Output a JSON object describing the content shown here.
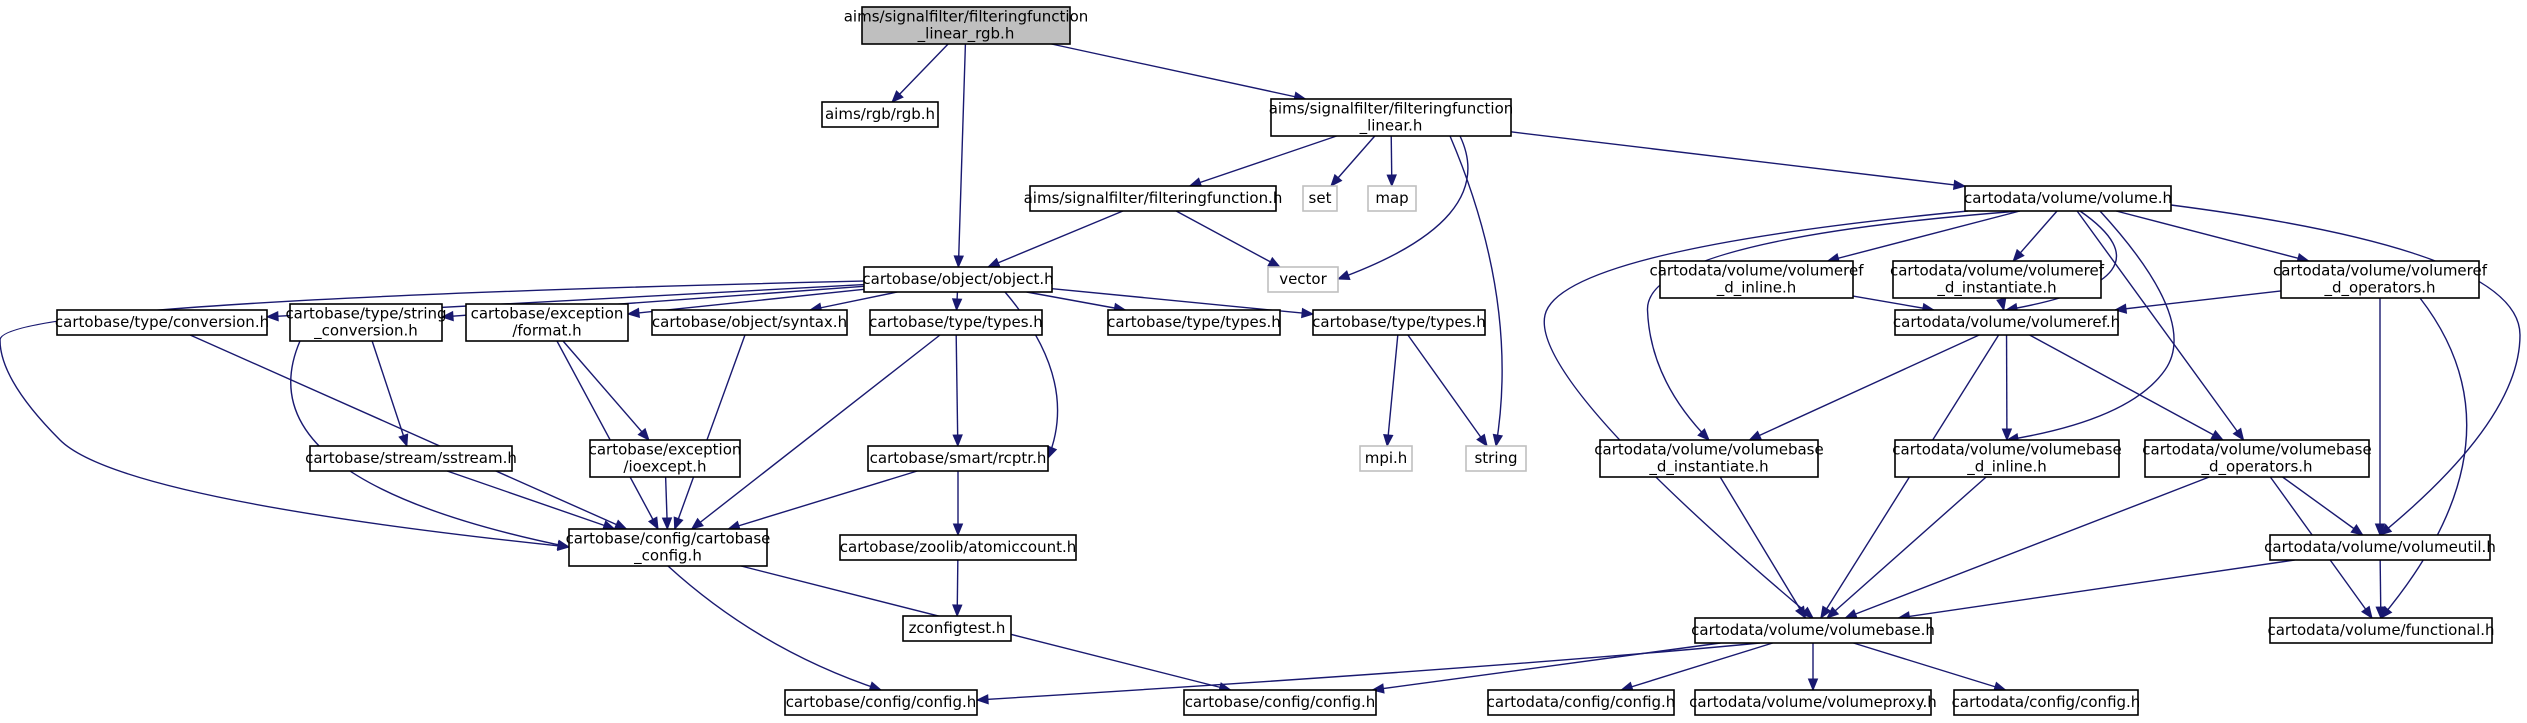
{
  "diagram": {
    "edge_color": "#191970",
    "root_fill": "#bfbfbf",
    "ghost_border": "#bfbfbf",
    "nodes": [
      {
        "id": "root",
        "lines": [
          "aims/signalfilter/filteringfunction",
          "_linear_rgb.h"
        ],
        "style": "root"
      },
      {
        "id": "rgb",
        "lines": [
          "aims/rgb/rgb.h"
        ],
        "style": "normal"
      },
      {
        "id": "ffl",
        "lines": [
          "aims/signalfilter/filteringfunction",
          "_linear.h"
        ],
        "style": "normal"
      },
      {
        "id": "ff",
        "lines": [
          "aims/signalfilter/filteringfunction.h"
        ],
        "style": "normal"
      },
      {
        "id": "set",
        "lines": [
          "set"
        ],
        "style": "ghost"
      },
      {
        "id": "map",
        "lines": [
          "map"
        ],
        "style": "ghost"
      },
      {
        "id": "volume",
        "lines": [
          "cartodata/volume/volume.h"
        ],
        "style": "normal"
      },
      {
        "id": "object",
        "lines": [
          "cartobase/object/object.h"
        ],
        "style": "normal"
      },
      {
        "id": "vector",
        "lines": [
          "vector"
        ],
        "style": "ghost"
      },
      {
        "id": "conversion",
        "lines": [
          "cartobase/type/conversion.h"
        ],
        "style": "normal"
      },
      {
        "id": "strconv",
        "lines": [
          "cartobase/type/string",
          "_conversion.h"
        ],
        "style": "normal"
      },
      {
        "id": "format",
        "lines": [
          "cartobase/exception",
          "/format.h"
        ],
        "style": "normal"
      },
      {
        "id": "syntax",
        "lines": [
          "cartobase/object/syntax.h"
        ],
        "style": "normal"
      },
      {
        "id": "types1",
        "lines": [
          "cartobase/type/types.h"
        ],
        "style": "normal"
      },
      {
        "id": "types2",
        "lines": [
          "cartobase/type/types.h"
        ],
        "style": "normal"
      },
      {
        "id": "types3",
        "lines": [
          "cartobase/type/types.h"
        ],
        "style": "normal"
      },
      {
        "id": "sstream",
        "lines": [
          "cartobase/stream/sstream.h"
        ],
        "style": "normal"
      },
      {
        "id": "ioexcept",
        "lines": [
          "cartobase/exception",
          "/ioexcept.h"
        ],
        "style": "normal"
      },
      {
        "id": "rcptr",
        "lines": [
          "cartobase/smart/rcptr.h"
        ],
        "style": "normal"
      },
      {
        "id": "mpi",
        "lines": [
          "mpi.h"
        ],
        "style": "ghost"
      },
      {
        "id": "string",
        "lines": [
          "string"
        ],
        "style": "ghost"
      },
      {
        "id": "cbconfig",
        "lines": [
          "cartobase/config/cartobase",
          "_config.h"
        ],
        "style": "normal"
      },
      {
        "id": "atomic",
        "lines": [
          "cartobase/zoolib/atomiccount.h"
        ],
        "style": "normal"
      },
      {
        "id": "zconfig",
        "lines": [
          "zconfigtest.h"
        ],
        "style": "normal"
      },
      {
        "id": "config1",
        "lines": [
          "cartobase/config/config.h"
        ],
        "style": "normal"
      },
      {
        "id": "config2",
        "lines": [
          "cartobase/config/config.h"
        ],
        "style": "normal"
      },
      {
        "id": "vref_inline",
        "lines": [
          "cartodata/volume/volumeref",
          "_d_inline.h"
        ],
        "style": "normal"
      },
      {
        "id": "vref_inst",
        "lines": [
          "cartodata/volume/volumeref",
          "_d_instantiate.h"
        ],
        "style": "normal"
      },
      {
        "id": "vref_ops",
        "lines": [
          "cartodata/volume/volumeref",
          "_d_operators.h"
        ],
        "style": "normal"
      },
      {
        "id": "volumeref",
        "lines": [
          "cartodata/volume/volumeref.h"
        ],
        "style": "normal"
      },
      {
        "id": "vbase_inst",
        "lines": [
          "cartodata/volume/volumebase",
          "_d_instantiate.h"
        ],
        "style": "normal"
      },
      {
        "id": "vbase_inline",
        "lines": [
          "cartodata/volume/volumebase",
          "_d_inline.h"
        ],
        "style": "normal"
      },
      {
        "id": "vbase_ops",
        "lines": [
          "cartodata/volume/volumebase",
          "_d_operators.h"
        ],
        "style": "normal"
      },
      {
        "id": "volumeutil",
        "lines": [
          "cartodata/volume/volumeutil.h"
        ],
        "style": "normal"
      },
      {
        "id": "volumebase",
        "lines": [
          "cartodata/volume/volumebase.h"
        ],
        "style": "normal"
      },
      {
        "id": "functional",
        "lines": [
          "cartodata/volume/functional.h"
        ],
        "style": "normal"
      },
      {
        "id": "cdconfig1",
        "lines": [
          "cartodata/config/config.h"
        ],
        "style": "normal"
      },
      {
        "id": "proxy",
        "lines": [
          "cartodata/volume/volumeproxy.h"
        ],
        "style": "normal"
      },
      {
        "id": "cdconfig2",
        "lines": [
          "cartodata/config/config.h"
        ],
        "style": "normal"
      }
    ],
    "edges": [
      [
        "root",
        "rgb"
      ],
      [
        "root",
        "ffl"
      ],
      [
        "root",
        "object"
      ],
      [
        "ffl",
        "ff"
      ],
      [
        "ffl",
        "set"
      ],
      [
        "ffl",
        "map"
      ],
      [
        "ffl",
        "vector"
      ],
      [
        "ffl",
        "string"
      ],
      [
        "ffl",
        "volume"
      ],
      [
        "ff",
        "object"
      ],
      [
        "ff",
        "vector"
      ],
      [
        "object",
        "conversion"
      ],
      [
        "object",
        "strconv"
      ],
      [
        "object",
        "format"
      ],
      [
        "object",
        "syntax"
      ],
      [
        "object",
        "types1"
      ],
      [
        "object",
        "types2"
      ],
      [
        "object",
        "types3"
      ],
      [
        "object",
        "rcptr"
      ],
      [
        "object",
        "cbconfig"
      ],
      [
        "conversion",
        "cbconfig"
      ],
      [
        "strconv",
        "sstream"
      ],
      [
        "strconv",
        "cbconfig"
      ],
      [
        "sstream",
        "cbconfig"
      ],
      [
        "format",
        "ioexcept"
      ],
      [
        "format",
        "cbconfig"
      ],
      [
        "ioexcept",
        "cbconfig"
      ],
      [
        "syntax",
        "cbconfig"
      ],
      [
        "types1",
        "rcptr"
      ],
      [
        "types1",
        "cbconfig"
      ],
      [
        "types3",
        "mpi"
      ],
      [
        "types3",
        "string"
      ],
      [
        "rcptr",
        "atomic"
      ],
      [
        "rcptr",
        "cbconfig"
      ],
      [
        "atomic",
        "zconfig"
      ],
      [
        "cbconfig",
        "config1"
      ],
      [
        "cbconfig",
        "config2"
      ],
      [
        "volume",
        "vref_inline"
      ],
      [
        "volume",
        "vref_inst"
      ],
      [
        "volume",
        "vref_ops"
      ],
      [
        "volume",
        "volumeref"
      ],
      [
        "volume",
        "vbase_inst"
      ],
      [
        "volume",
        "vbase_inline"
      ],
      [
        "volume",
        "vbase_ops"
      ],
      [
        "volume",
        "volumeutil"
      ],
      [
        "volume",
        "volumebase"
      ],
      [
        "vref_inline",
        "volumeref"
      ],
      [
        "vref_inst",
        "volumeref"
      ],
      [
        "vref_ops",
        "volumeref"
      ],
      [
        "vref_ops",
        "volumeutil"
      ],
      [
        "vref_ops",
        "functional"
      ],
      [
        "volumeref",
        "vbase_inst"
      ],
      [
        "volumeref",
        "vbase_inline"
      ],
      [
        "volumeref",
        "vbase_ops"
      ],
      [
        "volumeref",
        "volumebase"
      ],
      [
        "vbase_inst",
        "volumebase"
      ],
      [
        "vbase_inline",
        "volumebase"
      ],
      [
        "vbase_ops",
        "volumebase"
      ],
      [
        "vbase_ops",
        "volumeutil"
      ],
      [
        "vbase_ops",
        "functional"
      ],
      [
        "volumeutil",
        "volumebase"
      ],
      [
        "volumeutil",
        "functional"
      ],
      [
        "volumebase",
        "config1"
      ],
      [
        "volumebase",
        "config2"
      ],
      [
        "volumebase",
        "cdconfig1"
      ],
      [
        "volumebase",
        "proxy"
      ],
      [
        "volumebase",
        "cdconfig2"
      ]
    ]
  }
}
